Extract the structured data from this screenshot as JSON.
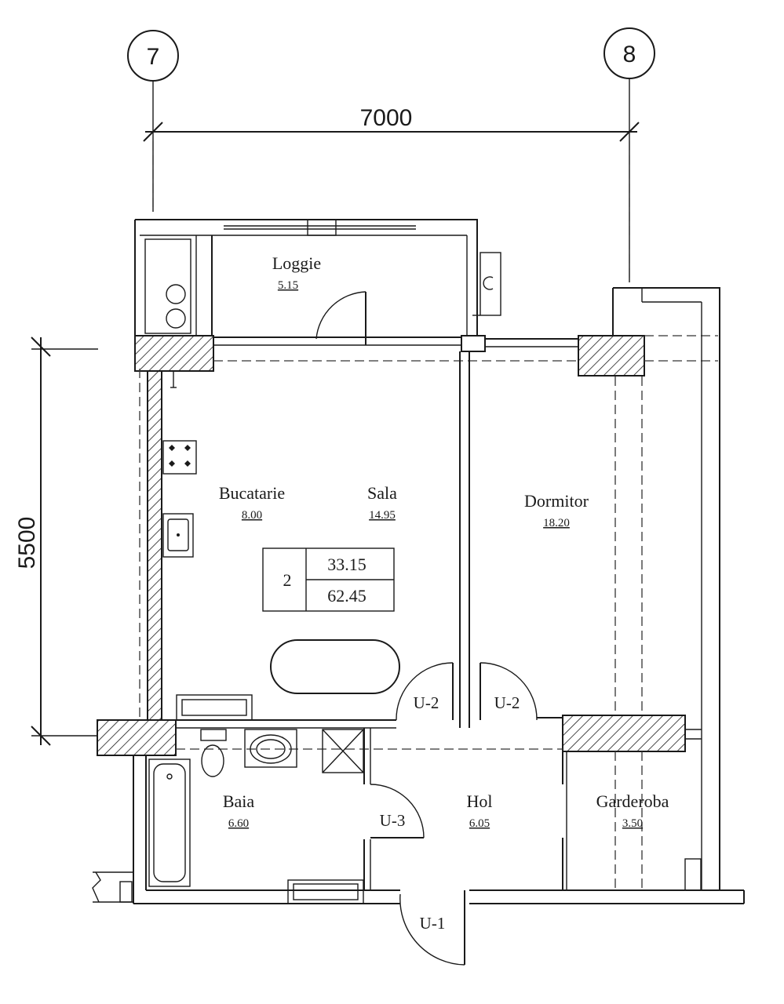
{
  "grid_axes": [
    {
      "label": "7"
    },
    {
      "label": "8"
    }
  ],
  "dimensions": {
    "horizontal": "7000",
    "vertical": "5500"
  },
  "rooms": {
    "loggie": {
      "name": "Loggie",
      "area": "5.15"
    },
    "bucatarie": {
      "name": "Bucatarie",
      "area": "8.00"
    },
    "sala": {
      "name": "Sala",
      "area": "14.95"
    },
    "dormitor": {
      "name": "Dormitor",
      "area": "18.20"
    },
    "baia": {
      "name": "Baia",
      "area": "6.60"
    },
    "hol": {
      "name": "Hol",
      "area": "6.05"
    },
    "garderoba": {
      "name": "Garderoba",
      "area": "3.50"
    }
  },
  "unit_summary": {
    "rooms": "2",
    "living_area": "33.15",
    "total_area": "62.45"
  },
  "doors": {
    "u2_left": "U-2",
    "u2_right": "U-2",
    "u3": "U-3",
    "u1": "U-1"
  },
  "colors": {
    "line": "#1a1a1a",
    "background": "#ffffff"
  }
}
